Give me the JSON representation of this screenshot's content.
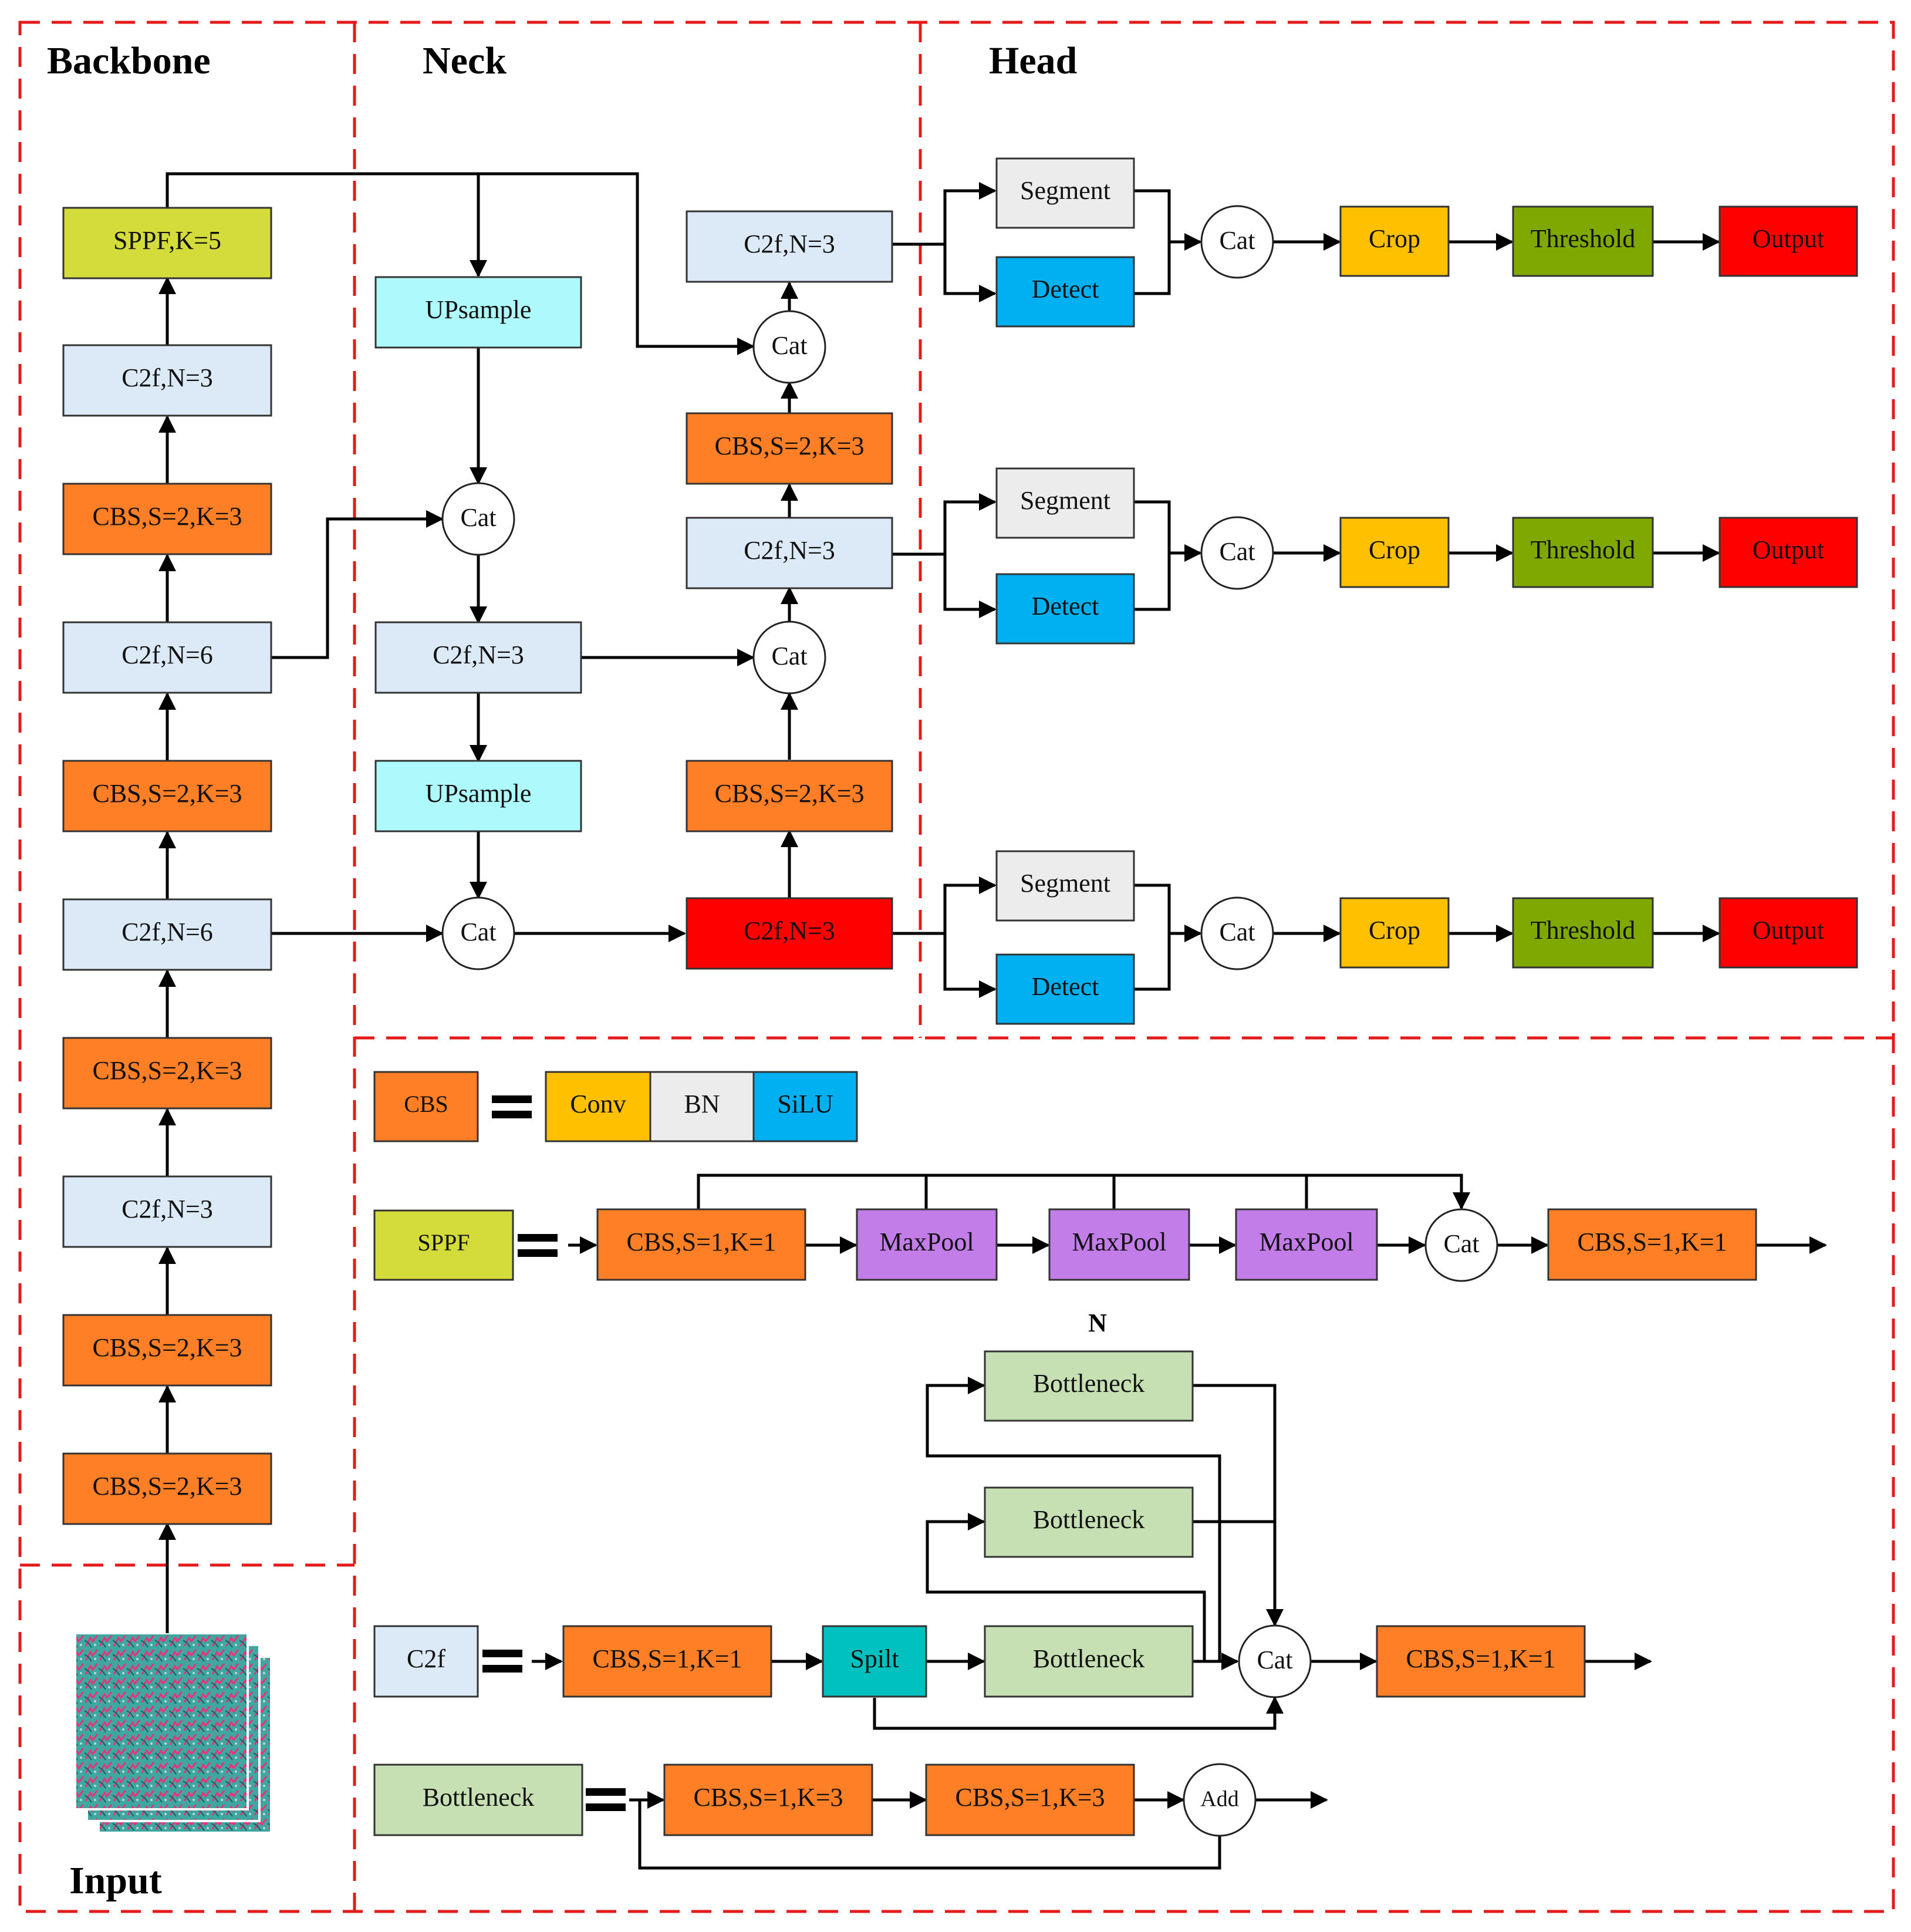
{
  "sections": {
    "backbone": "Backbone",
    "neck": "Neck",
    "head": "Head",
    "input": "Input"
  },
  "backbone": {
    "sppf": "SPPF,K=5",
    "c2f_top": "C2f,N=3",
    "cbs_1": "CBS,S=2,K=3",
    "c2f_n6_a": "C2f,N=6",
    "cbs_2": "CBS,S=2,K=3",
    "c2f_n6_b": "C2f,N=6",
    "cbs_3": "CBS,S=2,K=3",
    "c2f_bottom": "C2f,N=3",
    "cbs_4": "CBS,S=2,K=3",
    "cbs_5": "CBS,S=2,K=3"
  },
  "neck": {
    "upsample_1": "UPsample",
    "cat_1": "Cat",
    "c2f_mid": "C2f,N=3",
    "upsample_2": "UPsample",
    "cat_2": "Cat",
    "c2f_right_top": "C2f,N=3",
    "cat_top": "Cat",
    "cbs_right_top": "CBS,S=2,K=3",
    "c2f_right_mid": "C2f,N=3",
    "cat_mid": "Cat",
    "cbs_right_bottom": "CBS,S=2,K=3",
    "c2f_right_bottom": "C2f,N=3"
  },
  "head": {
    "branches": [
      {
        "segment": "Segment",
        "detect": "Detect",
        "cat": "Cat",
        "crop": "Crop",
        "threshold": "Threshold",
        "output": "Output"
      },
      {
        "segment": "Segment",
        "detect": "Detect",
        "cat": "Cat",
        "crop": "Crop",
        "threshold": "Threshold",
        "output": "Output"
      },
      {
        "segment": "Segment",
        "detect": "Detect",
        "cat": "Cat",
        "crop": "Crop",
        "threshold": "Threshold",
        "output": "Output"
      }
    ]
  },
  "legend": {
    "cbs": {
      "name": "CBS",
      "conv": "Conv",
      "bn": "BN",
      "silu": "SiLU"
    },
    "sppf": {
      "name": "SPPF",
      "cbs_in": "CBS,S=1,K=1",
      "maxpool": "MaxPool",
      "cat": "Cat",
      "cbs_out": "CBS,S=1,K=1"
    },
    "c2f": {
      "name": "C2f",
      "cbs_in": "CBS,S=1,K=1",
      "split": "Spilt",
      "bottleneck": "Bottleneck",
      "repeat_label": "N",
      "cat": "Cat",
      "cbs_out": "CBS,S=1,K=1"
    },
    "bottleneck": {
      "name": "Bottleneck",
      "cbs_1": "CBS,S=1,K=3",
      "cbs_2": "CBS,S=1,K=3",
      "add": "Add"
    }
  },
  "colors": {
    "orange_cbs": "#ff7f27",
    "light_blue_c2f": "#dbeaf6",
    "yellow_green_sppf": "#d4dc3c",
    "cyan_upsample": "#aef9fb",
    "red_output": "#ff0000",
    "gray_segment": "#ececec",
    "blue_detect": "#00b0f0",
    "gold_crop": "#ffc000",
    "olive_threshold": "#7fa800",
    "purple_maxpool": "#c37de8",
    "teal_split": "#00c0c0",
    "green_bottleneck": "#c6e0b4",
    "region_border": "#e51b1b"
  }
}
